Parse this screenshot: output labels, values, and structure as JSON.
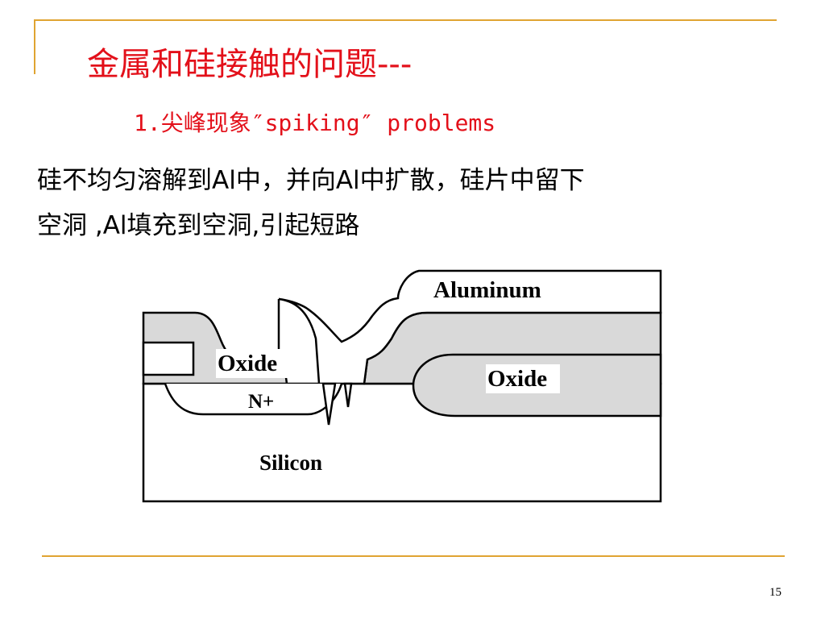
{
  "slide": {
    "title": "金属和硅接触的问题---",
    "subtitle": "1.尖峰现象″spiking″ problems",
    "body_lines": [
      "硅不均匀溶解到Al中，并向Al中扩散，硅片中留下",
      "空洞 ,Al填充到空洞,引起短路"
    ],
    "page_number": "15"
  },
  "diagram": {
    "labels": {
      "aluminum": "Aluminum",
      "oxide_left": "Oxide",
      "oxide_right": "Oxide",
      "n_plus": "N+",
      "silicon": "Silicon"
    }
  },
  "colors": {
    "title": "#e3101a",
    "accent_line": "#e0a432",
    "oxide_fill": "#d9d9d9",
    "outline": "#000000"
  }
}
